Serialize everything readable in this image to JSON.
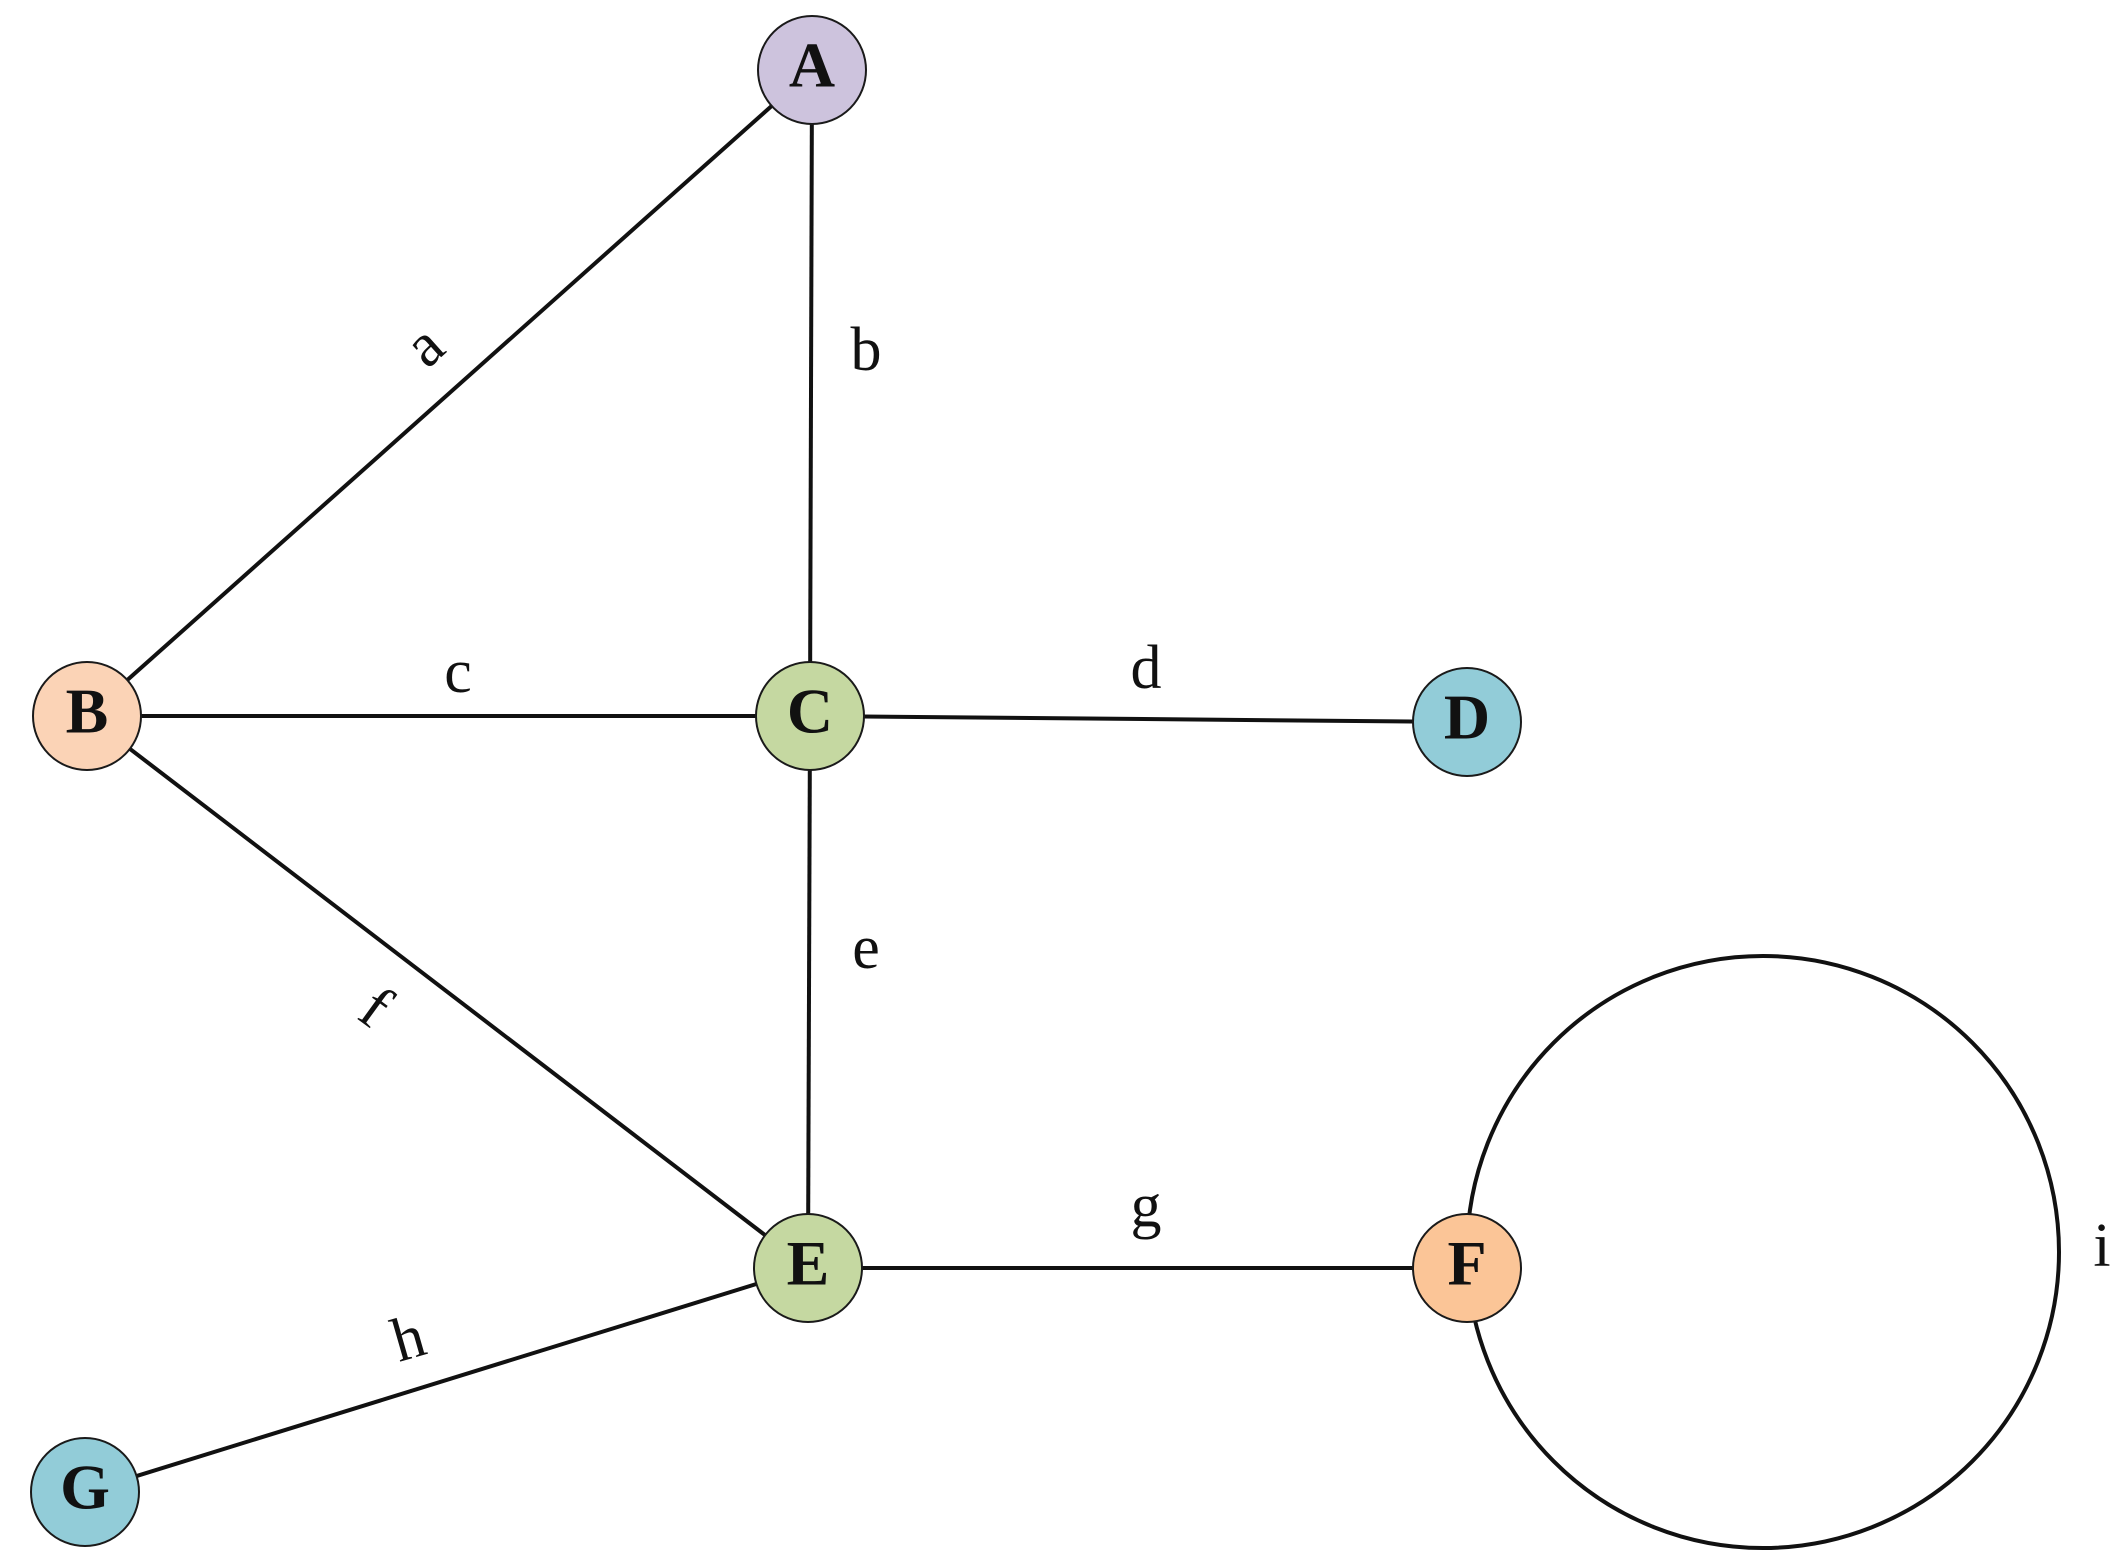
{
  "colors": {
    "purple": "#cdc3dd",
    "peach": "#fbd3b6",
    "green": "#c5d8a1",
    "blue": "#92ccd8",
    "orange": "#fbc597"
  },
  "nodes": [
    {
      "id": "A",
      "label": "A",
      "color": "#cdc3dd"
    },
    {
      "id": "B",
      "label": "B",
      "color": "#fbd3b6"
    },
    {
      "id": "C",
      "label": "C",
      "color": "#c5d8a1"
    },
    {
      "id": "D",
      "label": "D",
      "color": "#92ccd8"
    },
    {
      "id": "E",
      "label": "E",
      "color": "#c5d8a1"
    },
    {
      "id": "F",
      "label": "F",
      "color": "#fbc597"
    },
    {
      "id": "G",
      "label": "G",
      "color": "#92ccd8"
    }
  ],
  "edges": [
    {
      "id": "a",
      "label": "a",
      "from": "A",
      "to": "B"
    },
    {
      "id": "b",
      "label": "b",
      "from": "A",
      "to": "C"
    },
    {
      "id": "c",
      "label": "c",
      "from": "B",
      "to": "C"
    },
    {
      "id": "d",
      "label": "d",
      "from": "C",
      "to": "D"
    },
    {
      "id": "e",
      "label": "e",
      "from": "C",
      "to": "E"
    },
    {
      "id": "f",
      "label": "f",
      "from": "B",
      "to": "E"
    },
    {
      "id": "g",
      "label": "g",
      "from": "E",
      "to": "F"
    },
    {
      "id": "h",
      "label": "h",
      "from": "E",
      "to": "G"
    },
    {
      "id": "i",
      "label": "i",
      "from": "F",
      "to": "F"
    }
  ]
}
